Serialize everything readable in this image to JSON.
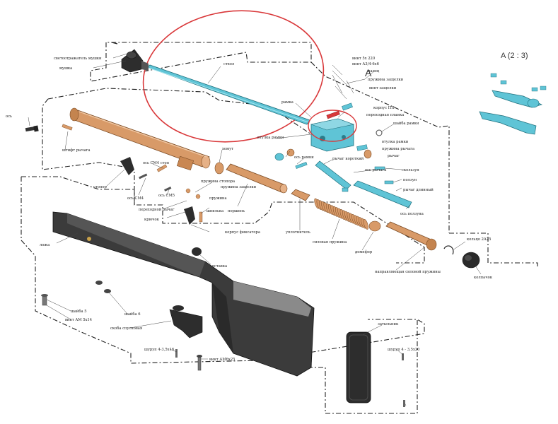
{
  "view_title": "A (2 : 3)",
  "view_marker": "A",
  "colors": {
    "barrel": "#5fc4d6",
    "copper": "#d89a68",
    "stock": "#3b3b3b",
    "highlight": "#d9383a",
    "outline": "#222222"
  },
  "labels": {
    "sight": "светоотражатель мушки",
    "muzzle": "мушка",
    "barrel": "ствол",
    "screw_5x20": "винт 5х 220",
    "screw_a3": "винт А3/4-6х6",
    "sear_pin": "палец",
    "spring_latch": "пружина защелки",
    "screw_latch": "винт защелки",
    "frame": "рамка",
    "housing_pp": "корпус ПП",
    "lever_plate": "переходная планка",
    "frame_bushing": "втулка рамки",
    "washer_frame": "шайба рамки",
    "frame_bushing2": "втулка рамки",
    "lever_spring": "пружина рычага",
    "lever": "рычаг",
    "axis_left": "ось",
    "lever_pin": "штифт рычага",
    "clamp": "хомут",
    "axis_frame": "ось рамки",
    "short_lever": "рычаг короткий",
    "axis_lever": "ось рычага",
    "slide": "скользун",
    "bolt_slide": "ползун",
    "long_lever": "рычаг длинный",
    "axis_slide": "ось ползуна",
    "axis_cm4_stop": "ось СМ4 стоп",
    "stopper": "стопор",
    "axis_cm4": "ось СМ4",
    "axis_cm5": "ось СМ5",
    "stop_spring": "пружина стопора",
    "bushing_spring": "пружина защелки",
    "piston": "поршень",
    "transfer_lever": "переходной рычаг",
    "trigger": "крючок",
    "pin": "шпилька",
    "spring": "пружина",
    "fixer_housing": "корпус фиксатора",
    "seal": "уплотнитель",
    "mainspring": "силовая пружина",
    "damper": "демпфер",
    "spring_guide": "направляющая силовой пружины",
    "ring": "кольцо 2А25",
    "cap": "колпачок",
    "stock": "ложа",
    "insert": "вставка",
    "washer5": "шайба 5",
    "screw_am5x14": "винт АМ 5х14",
    "washer6": "шайба 6",
    "trigger_guard": "скоба спусковая",
    "screw_35x16": "шуруп 4-3,5х16",
    "screw_am6x25": "винт АМ6х25",
    "butt_pad": "затыльник",
    "screw_35x20": "шуруп 4 - 3,5х20"
  }
}
